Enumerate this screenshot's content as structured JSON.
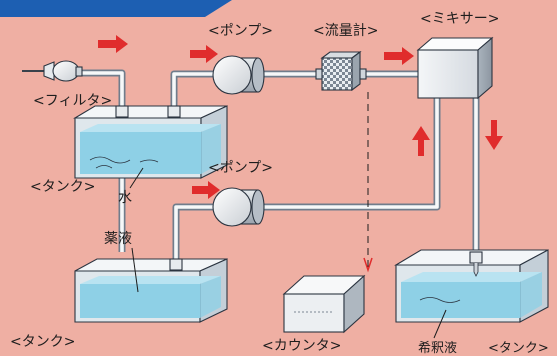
{
  "diagram": {
    "labels": {
      "filter": "<フィルタ>",
      "tank_water": "<タンク>",
      "water": "水",
      "pump_top": "<ポンプ>",
      "flowmeter": "<流量計>",
      "mixer": "<ミキサー>",
      "pump_bottom": "<ポンプ>",
      "chemical": "薬液",
      "tank_chemical": "<タンク>",
      "counter": "<カウンタ>",
      "diluted": "希釈液",
      "tank_diluted": "<タンク>"
    },
    "colors": {
      "background": "#efafa3",
      "arrow": "#e02c2c",
      "water": "#8ed0e6",
      "pipe": "#707d8c"
    }
  }
}
